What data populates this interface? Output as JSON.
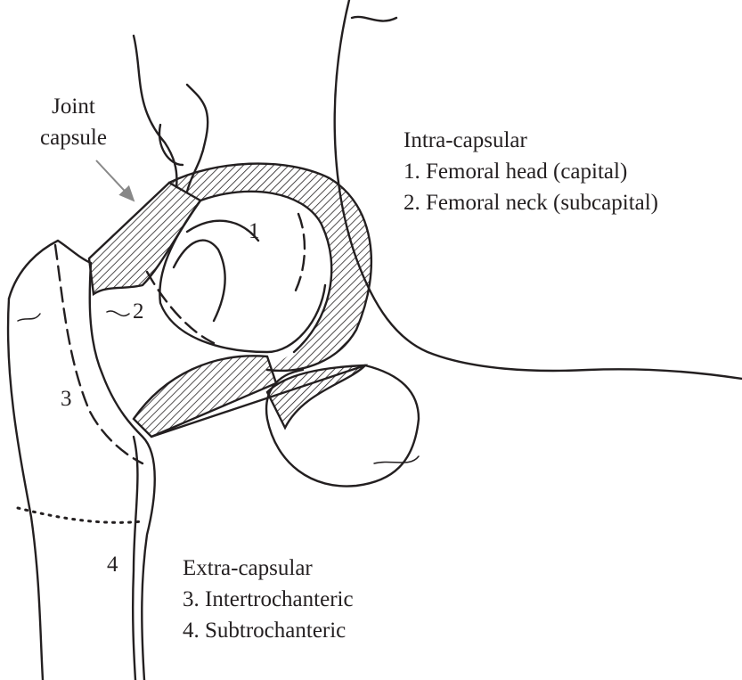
{
  "joint_capsule_label": [
    "Joint",
    "capsule"
  ],
  "intra_capsular": {
    "heading": "Intra-capsular",
    "items": [
      "1. Femoral head (capital)",
      "2. Femoral neck (subcapital)"
    ]
  },
  "extra_capsular": {
    "heading": "Extra-capsular",
    "items": [
      "3. Intertrochanteric",
      "4. Subtrochanteric"
    ]
  },
  "region_numbers": [
    "1",
    "2",
    "3",
    "4"
  ],
  "colors": {
    "ink": "#231f20",
    "background": "#ffffff"
  }
}
